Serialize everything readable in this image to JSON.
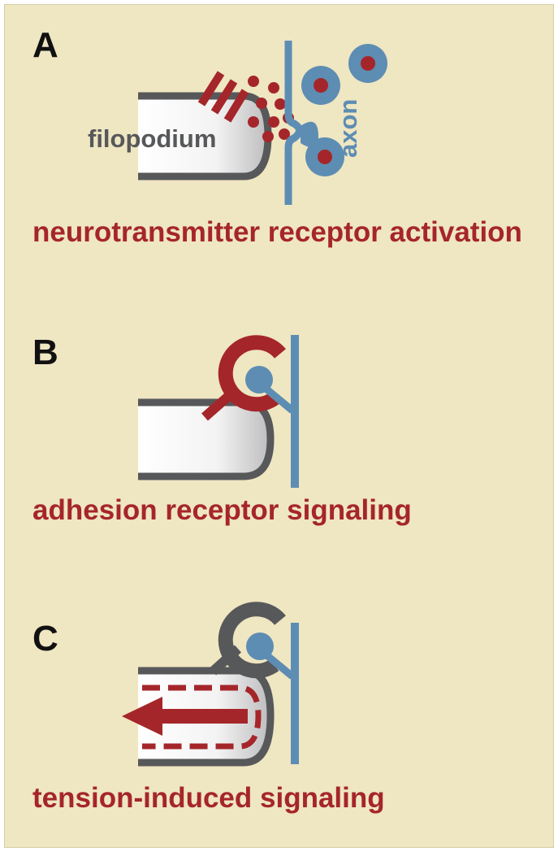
{
  "panels": [
    {
      "letter": "A",
      "caption": "neurotransmitter receptor activation",
      "labels": {
        "filopodium": "filopodium",
        "axon": "axon"
      }
    },
    {
      "letter": "B",
      "caption": "adhesion receptor signaling"
    },
    {
      "letter": "C",
      "caption": "tension-induced signaling"
    }
  ],
  "colors": {
    "background": "#efe6c2",
    "membrane": "#57585a",
    "axon": "#5d8db3",
    "receptor": "#a5262a",
    "caption": "#a5262a",
    "letter": "#111111"
  }
}
